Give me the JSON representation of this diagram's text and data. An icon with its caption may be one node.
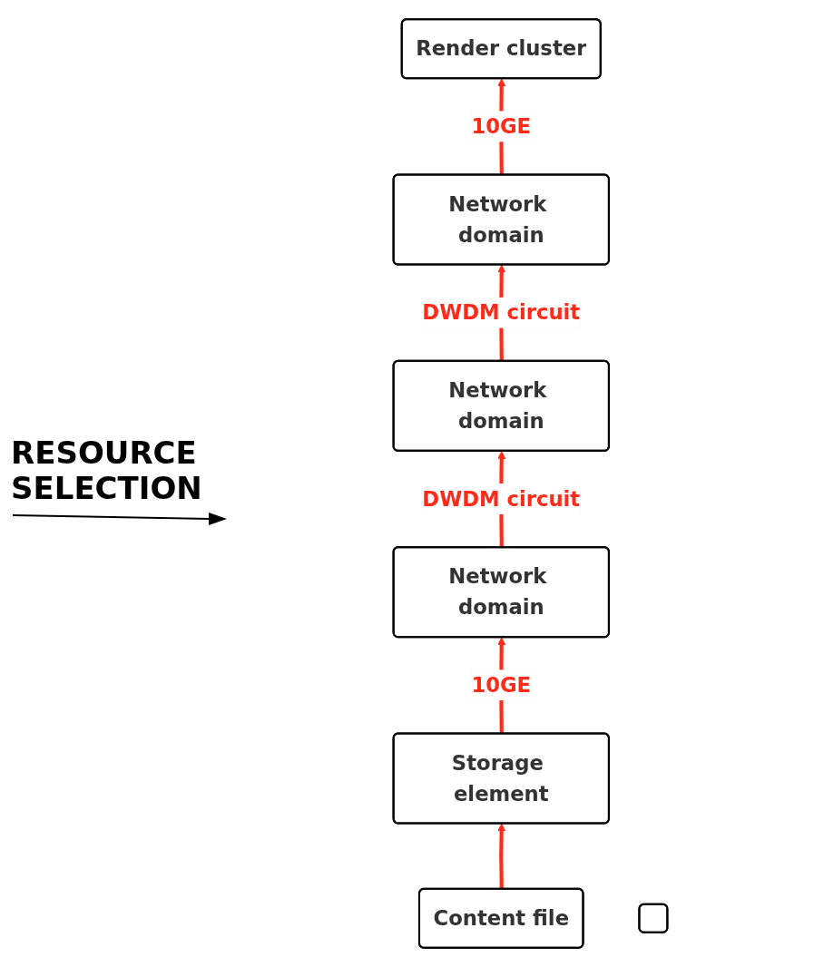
{
  "diagram": {
    "nodes": [
      {
        "text": [
          "Render cluster"
        ]
      },
      {
        "text": [
          "Network domain"
        ]
      },
      {
        "text": [
          "Network domain"
        ]
      },
      {
        "text": [
          "Network domain"
        ]
      },
      {
        "text": [
          "Storage element"
        ]
      },
      {
        "text": [
          "Content file"
        ]
      },
      {
        "text": [],
        "shape": "box"
      }
    ],
    "edges": [
      {
        "from": 2,
        "to": 0,
        "arrow": "to",
        "label": "10GE"
      },
      {
        "from": 1,
        "to": 2,
        "arrow": "to",
        "label": "DWDM circuit"
      },
      {
        "from": 3,
        "to": 1,
        "arrow": "to",
        "label": "DWDM circuit"
      },
      {
        "from": 4,
        "to": 3,
        "arrow": "to",
        "label": "10GE"
      },
      {
        "from": 5,
        "to": 4,
        "arrow": "to"
      }
    ],
    "labels": [
      "RESOURCE SELECTION"
    ]
  }
}
